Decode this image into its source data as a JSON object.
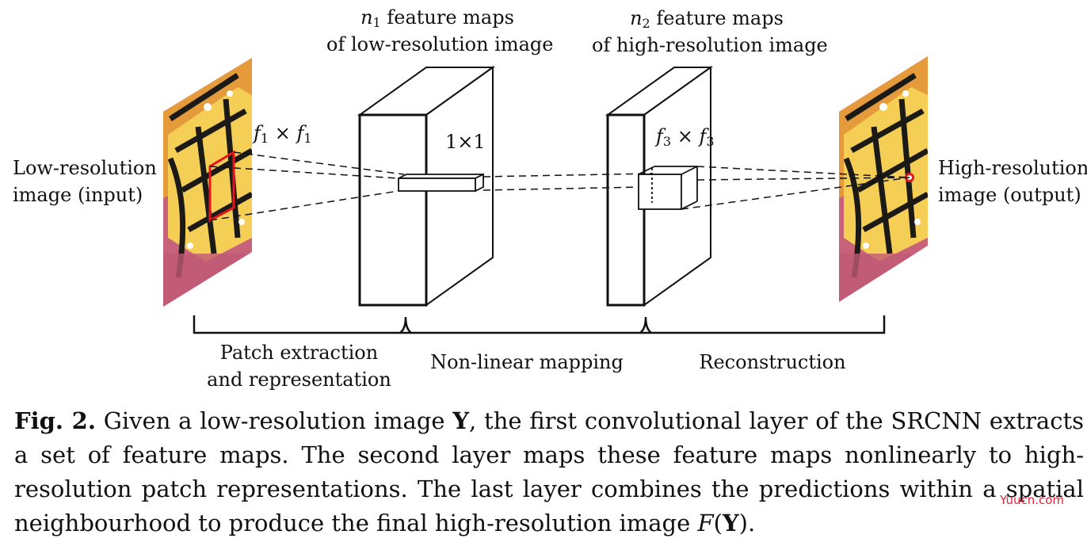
{
  "labels": {
    "lr_image_line1": "Low-resolution",
    "lr_image_line2": "image (input)",
    "hr_image_line1": "High-resolution",
    "hr_image_line2": "image (output)",
    "maps1_n": "n",
    "maps1_sub": "1",
    "maps1_line1_rest": " feature maps",
    "maps1_line2": "of low-resolution image",
    "maps2_n": "n",
    "maps2_sub": "2",
    "maps2_line1_rest": " feature maps",
    "maps2_line2": "of high-resolution image",
    "f1_var": "f",
    "f1_sub": "1",
    "f1_times": " × ",
    "f1_var2": "f",
    "f1_sub2": "1",
    "kernel2": "1×1",
    "f3_var": "f",
    "f3_sub": "3",
    "f3_times": " × ",
    "f3_var2": "f",
    "f3_sub2": "3",
    "stage1_line1": "Patch extraction",
    "stage1_line2": "and representation",
    "stage2": "Non-linear mapping",
    "stage3": "Reconstruction"
  },
  "caption": {
    "figlabel": "Fig. 2.",
    "part1": " Given a low-resolution image ",
    "Y1": "Y",
    "part2": ", the first convolutional layer of the SRCNN extracts a set of feature maps. The second layer maps these feature maps nonlinearly to high-resolution patch representations. The last layer combines the predictions within a spatial neighbourhood to produce the final high-resolution image ",
    "F": "F",
    "open": "(",
    "Y2": "Y",
    "close": ")."
  },
  "watermark": "Yuucn.com",
  "colors": {
    "stroke": "#111111",
    "highlight": "#e8141c",
    "butterfly_orange": "#f2a93b",
    "butterfly_yellow": "#f5cf55",
    "butterfly_black": "#1c1a17",
    "butterfly_pink": "#c8627a",
    "watermark": "#e0263d"
  }
}
